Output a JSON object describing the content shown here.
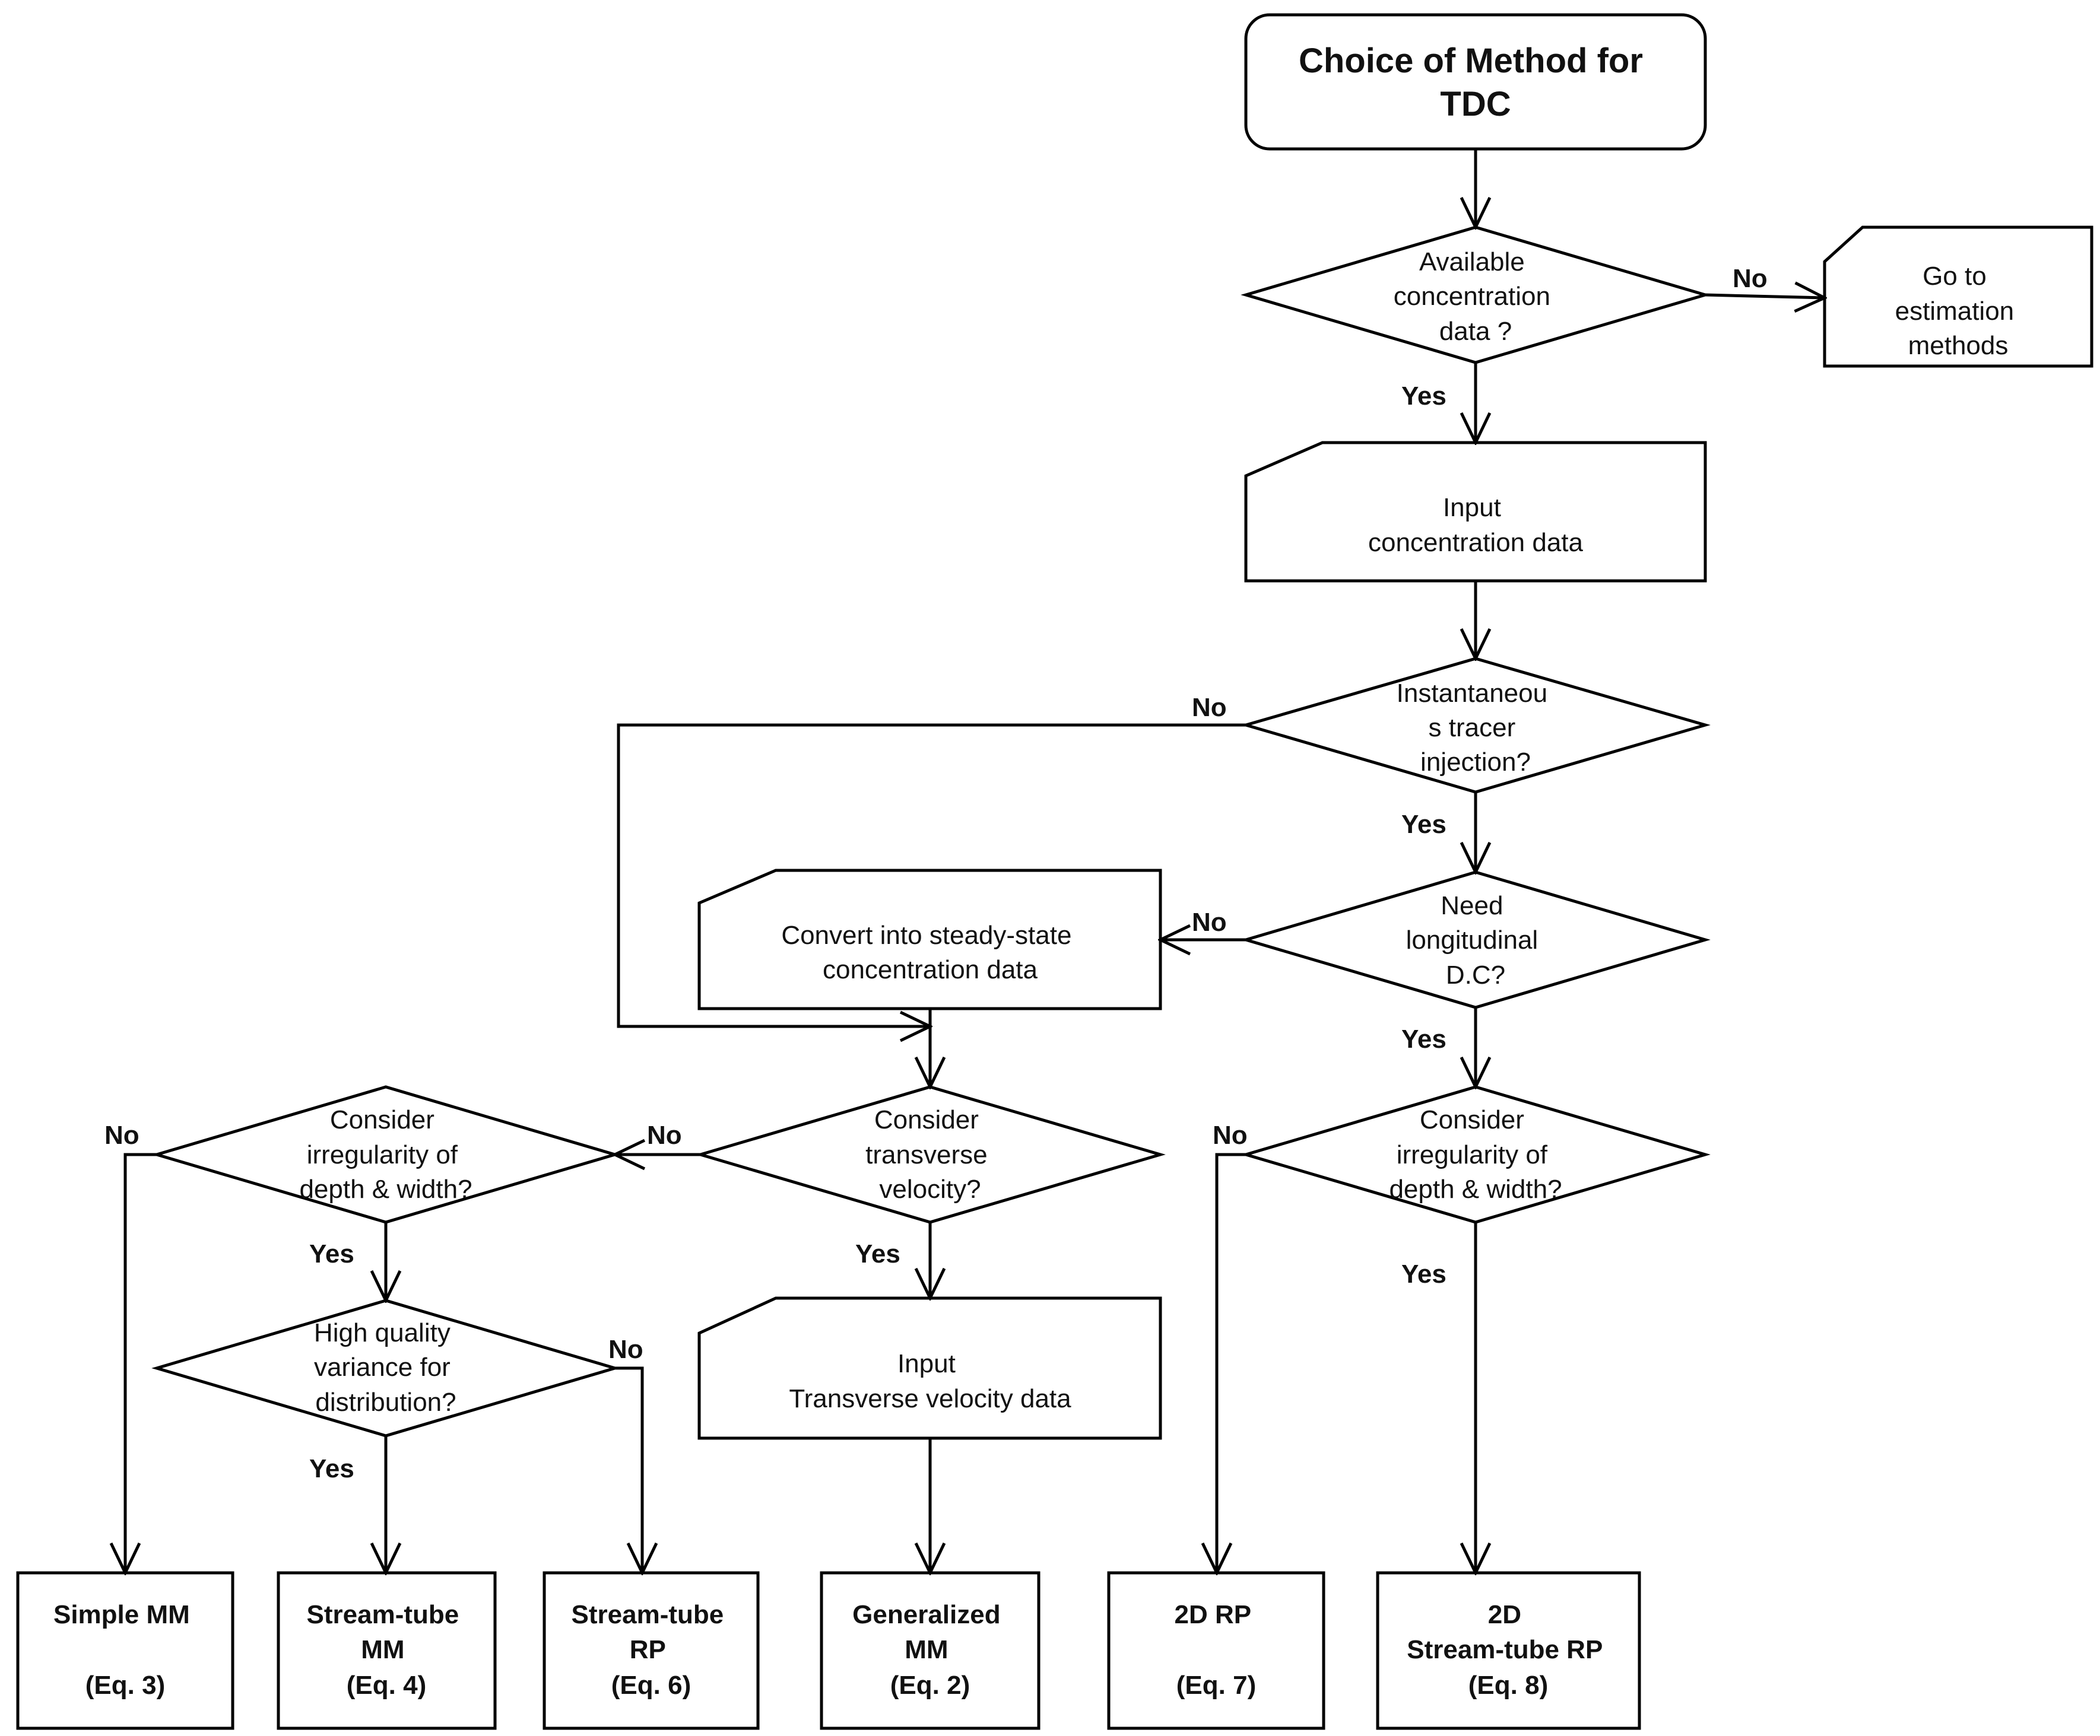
{
  "start": {
    "lines": [
      "Choice of  Method for",
      "TDC"
    ]
  },
  "decisions": {
    "available": {
      "lines": [
        "Available",
        "concentration",
        "data ?"
      ]
    },
    "instantaneous": {
      "lines": [
        "Instantaneou",
        "s tracer",
        "injection?"
      ]
    },
    "need_longitudinal": {
      "lines": [
        "Need",
        "longitudinal",
        "D.C?"
      ]
    },
    "consider_transverse": {
      "lines": [
        "Consider",
        "transverse",
        "velocity?"
      ]
    },
    "irregularity_left": {
      "lines": [
        "Consider",
        "irregularity of",
        "depth & width?"
      ]
    },
    "irregularity_right": {
      "lines": [
        "Consider",
        "irregularity of",
        "depth & width?"
      ]
    },
    "high_quality": {
      "lines": [
        "High quality",
        "variance for",
        "distribution?"
      ]
    }
  },
  "processes": {
    "go_to_estimation": {
      "lines": [
        "Go to",
        "estimation",
        "methods"
      ]
    },
    "input_concentration": {
      "lines": [
        "Input",
        "concentration data"
      ]
    },
    "convert_steady": {
      "lines": [
        "Convert into steady-state",
        "concentration data"
      ]
    },
    "input_transverse": {
      "lines": [
        "Input",
        "Transverse velocity data"
      ]
    }
  },
  "results": [
    {
      "id": "simple-mm",
      "lines": [
        "Simple MM",
        "",
        "(Eq. 3)"
      ]
    },
    {
      "id": "stream-tube-mm",
      "lines": [
        "Stream-tube",
        "MM",
        "(Eq. 4)"
      ]
    },
    {
      "id": "stream-tube-rp",
      "lines": [
        "Stream-tube",
        "RP",
        "(Eq. 6)"
      ]
    },
    {
      "id": "generalized-mm",
      "lines": [
        "Generalized",
        "MM",
        "(Eq. 2)"
      ]
    },
    {
      "id": "2d-rp",
      "lines": [
        "2D RP",
        "",
        "(Eq. 7)"
      ]
    },
    {
      "id": "2d-stream-tube-rp",
      "lines": [
        "2D",
        "Stream-tube RP",
        "(Eq. 8)"
      ]
    }
  ],
  "edge_labels": {
    "yes": "Yes",
    "no": "No"
  }
}
